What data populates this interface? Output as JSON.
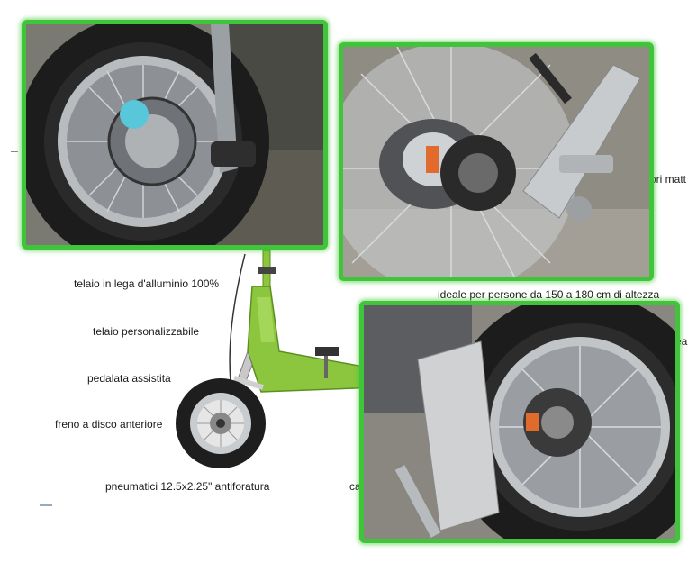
{
  "labels": {
    "frame_alloy": "telaio in lega d'alluminio 100%",
    "frame_custom": "telaio personalizzabile",
    "pedal_assist": "pedalata assistita",
    "front_disc_brake": "freno a disco anteriore",
    "tires": "pneumatici 12.5x2.25\" antiforatura",
    "height_range": "ideale per persone da 150 a 180 cm di altezza",
    "motors_fragment": "ori matt",
    "fragment_right": "ea",
    "fragment_bottom": "ca"
  },
  "colors": {
    "frame_border": "#3fc43a",
    "bike_frame": "#8cc63f",
    "tire": "#1e1e1e",
    "rim": "#c9ccce"
  }
}
